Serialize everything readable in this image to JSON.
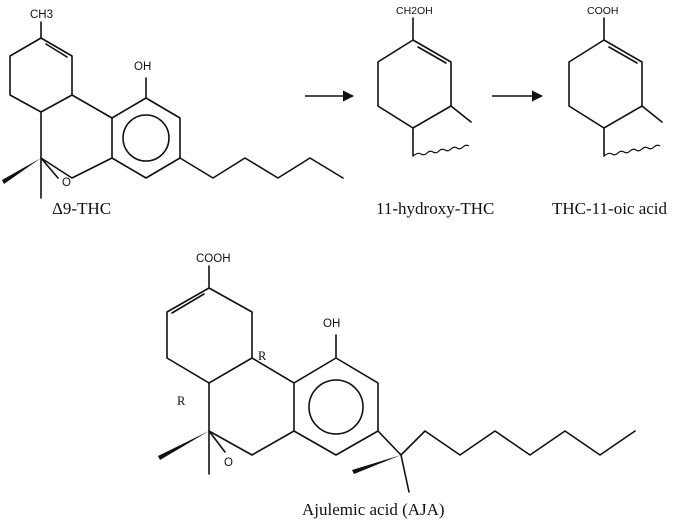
{
  "molecules": {
    "thc": {
      "ch3_label": "CH3",
      "oh_label": "OH",
      "o_label": "O",
      "caption": "Δ9-THC"
    },
    "hydroxy_thc": {
      "group_label": "CH2OH",
      "caption": "11-hydroxy-THC"
    },
    "oic_acid": {
      "group_label": "COOH",
      "caption": "THC-11-oic acid"
    },
    "aja": {
      "cooh_label": "COOH",
      "oh_label": "OH",
      "o_label": "O",
      "stereo_top": "R",
      "stereo_bottom": "R",
      "caption": "Ajulemic acid (AJA)"
    }
  }
}
